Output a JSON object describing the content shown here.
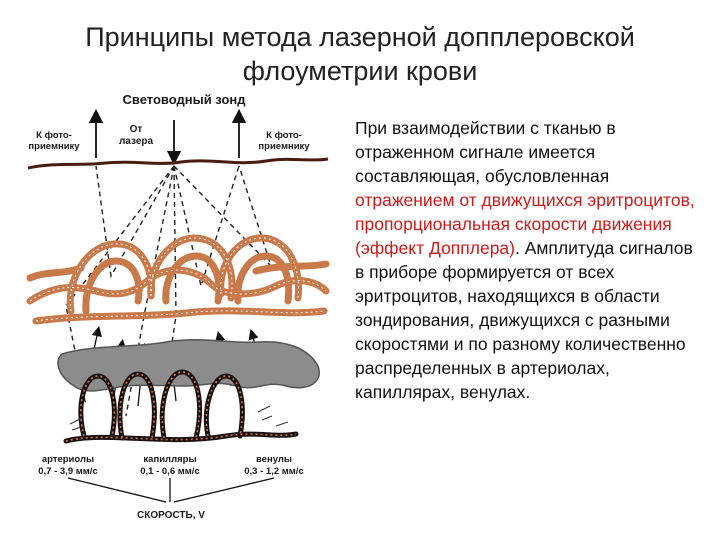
{
  "slide": {
    "title_line1": "Принципы метода лазерной допплеровской",
    "title_line2": "флоуметрии крови",
    "colors": {
      "accent_red": "#d11a1a",
      "tissue": "#c9794a",
      "blood_dark": "#1a1010",
      "vessel_gray": "#8c8c8c"
    }
  },
  "figure": {
    "probe_label": "Световодный зонд",
    "left_detector_l1": "К фото-",
    "left_detector_l2": "приемнику",
    "laser_l1": "От",
    "laser_l2": "лазера",
    "right_detector_l1": "К фото-",
    "right_detector_l2": "приемнику",
    "arterioles_name": "артериолы",
    "arterioles_speed": "0,7 - 3,9 мм/с",
    "capillaries_name": "капилляры",
    "capillaries_speed": "0,1 - 0,6 мм/с",
    "venules_name": "венулы",
    "venules_speed": "0,3 - 1,2 мм/с",
    "speed_axis": "СКОРОСТЬ, V"
  },
  "text": {
    "part1": "При взаимодействии с тканью в отраженном сигнале имеется составляющая, обусловленная ",
    "part2_red": "отражением от движущихся эритроцитов, пропорциональная скорости движения (эффект Допплера)",
    "part3": ". Амплитуда сигналов в приборе формируется от всех эритроцитов, находящихся в области зондирования, движущихся с разными скоростями и по разному количественно распределенных в артериолах, капиллярах, венулах."
  }
}
